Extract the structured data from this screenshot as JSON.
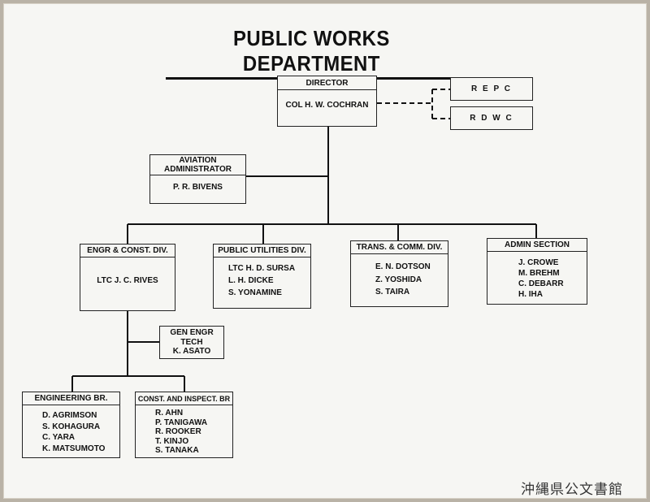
{
  "title": "PUBLIC WORKS DEPARTMENT",
  "director": {
    "header": "DIRECTOR",
    "names": [
      "COL  H. W. COCHRAN"
    ]
  },
  "advisory": [
    "R E P C",
    "R D W C"
  ],
  "aviation": {
    "header_line1": "AVIATION",
    "header_line2": "ADMINISTRATOR",
    "names": [
      "P. R. BIVENS"
    ]
  },
  "divisions": [
    {
      "key": "engr",
      "header": "ENGR & CONST. DIV.",
      "names": [
        "LTC  J. C. RIVES"
      ]
    },
    {
      "key": "utilities",
      "header": "PUBLIC UTILITIES DIV.",
      "names": [
        "LTC  H. D. SURSA",
        "L.  H.  DICKE",
        "S.  YONAMINE"
      ]
    },
    {
      "key": "trans",
      "header": "TRANS. & COMM. DIV.",
      "names": [
        "E. N. DOTSON",
        "Z.  YOSHIDA",
        "S.  TAIRA"
      ]
    },
    {
      "key": "admin",
      "header": "ADMIN  SECTION",
      "names": [
        "J.  CROWE",
        "M. BREHM",
        "C. DEBARR",
        "H.  IHA"
      ]
    }
  ],
  "gen_engr_tech": {
    "lines": [
      "GEN  ENGR",
      "TECH",
      "K. ASATO"
    ]
  },
  "engineering_br": {
    "header": "ENGINEERING  BR.",
    "names": [
      "D.  AGRIMSON",
      "S.  KOHAGURA",
      "C.  YARA",
      "K.  MATSUMOTO"
    ]
  },
  "const_inspect_br": {
    "header": "CONST.  AND  INSPECT.  BR",
    "names": [
      "R.  AHN",
      "P.  TANIGAWA",
      "R.  ROOKER",
      "T.  KINJO",
      "S.  TANAKA"
    ]
  },
  "stamp": "沖縄県公文書館"
}
